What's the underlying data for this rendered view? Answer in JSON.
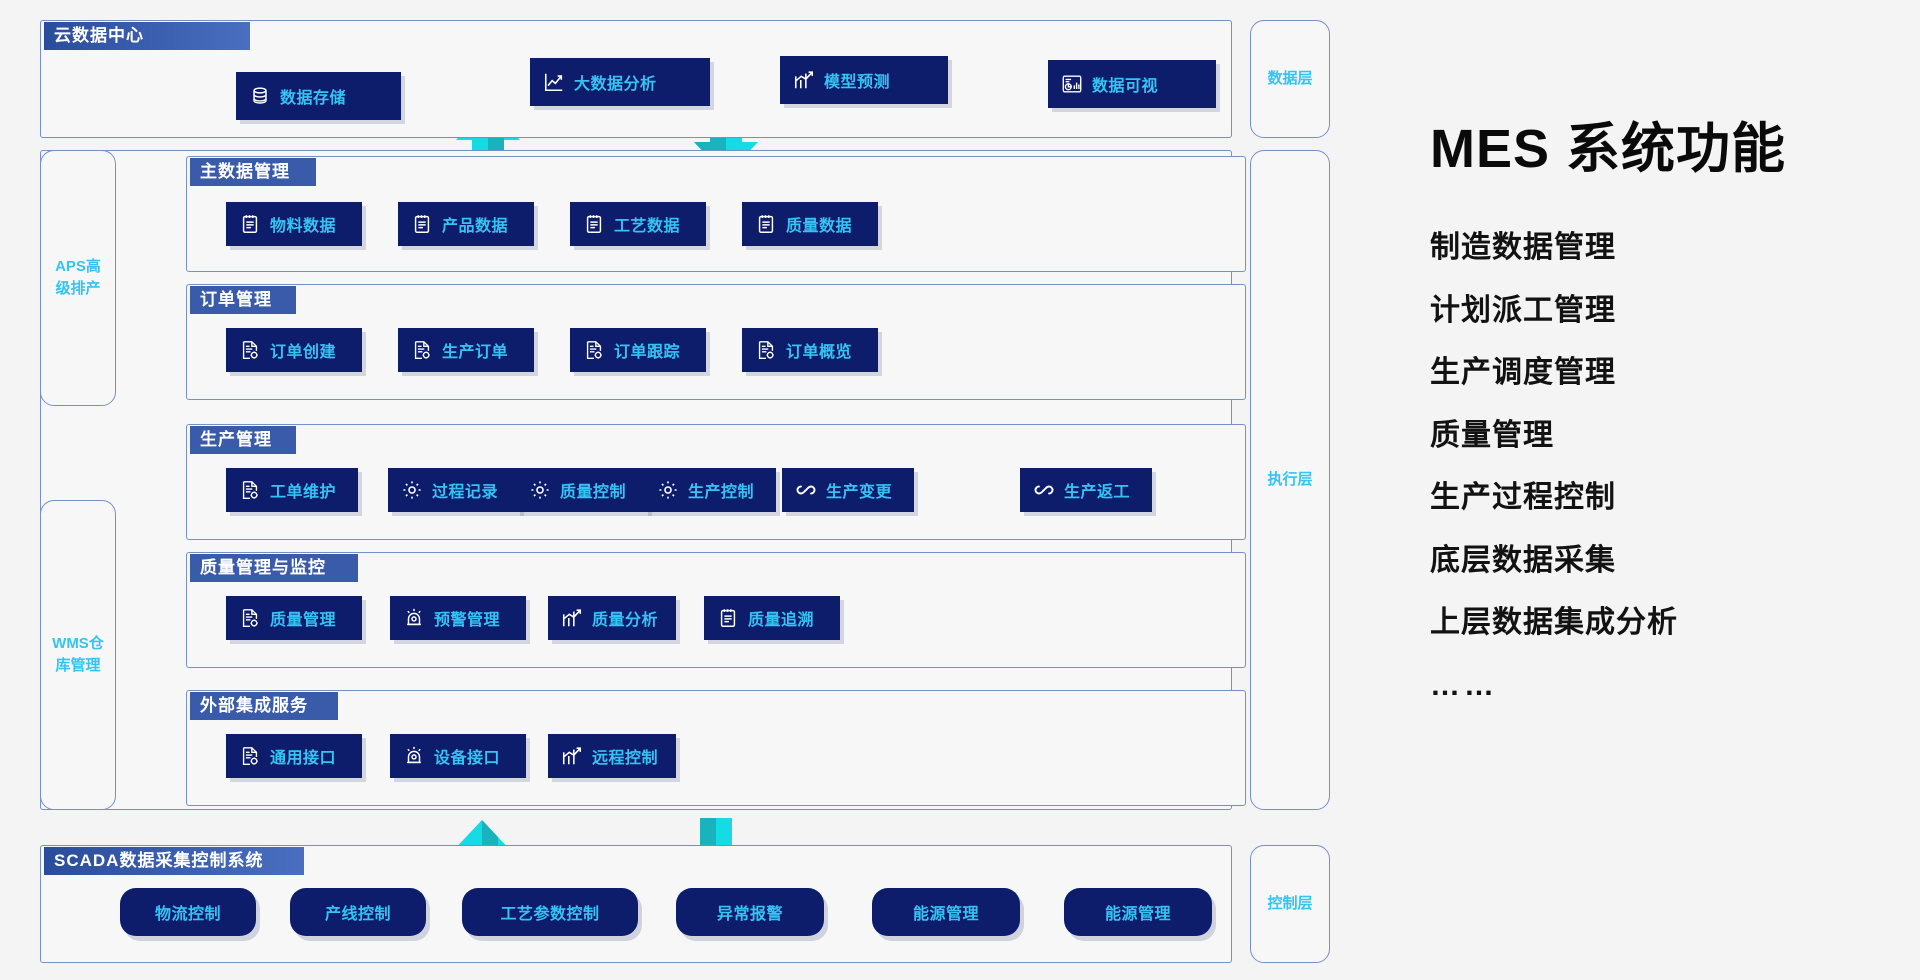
{
  "diagram": {
    "cloud_section": {
      "caption": "云数据中心",
      "nodes": [
        {
          "label": "数据存储",
          "icon": "database-icon"
        },
        {
          "label": "大数据分析",
          "icon": "chart-line-box-icon"
        },
        {
          "label": "模型预测",
          "icon": "trend-up-icon"
        },
        {
          "label": "数据可视",
          "icon": "dashboard-report-icon"
        }
      ]
    },
    "sections": [
      {
        "caption": "主数据管理",
        "nodes": [
          {
            "label": "物料数据",
            "icon": "clipboard-list-icon"
          },
          {
            "label": "产品数据",
            "icon": "clipboard-list-icon"
          },
          {
            "label": "工艺数据",
            "icon": "clipboard-list-icon"
          },
          {
            "label": "质量数据",
            "icon": "clipboard-list-icon"
          }
        ]
      },
      {
        "caption": "订单管理",
        "nodes": [
          {
            "label": "订单创建",
            "icon": "document-gear-icon"
          },
          {
            "label": "生产订单",
            "icon": "document-gear-icon"
          },
          {
            "label": "订单跟踪",
            "icon": "document-gear-icon"
          },
          {
            "label": "订单概览",
            "icon": "document-gear-icon"
          }
        ]
      },
      {
        "caption": "生产管理",
        "nodes": [
          {
            "label": "工单维护",
            "icon": "document-gear-icon"
          },
          {
            "label": "过程记录",
            "icon": "gear-icon"
          },
          {
            "label": "质量控制",
            "icon": "gear-icon"
          },
          {
            "label": "生产控制",
            "icon": "gear-icon"
          },
          {
            "label": "生产变更",
            "icon": "infinity-icon"
          },
          {
            "label": "生产返工",
            "icon": "infinity-icon"
          }
        ]
      },
      {
        "caption": "质量管理与监控",
        "nodes": [
          {
            "label": "质量管理",
            "icon": "document-gear-icon"
          },
          {
            "label": "预警管理",
            "icon": "alarm-lamp-icon"
          },
          {
            "label": "质量分析",
            "icon": "trend-up-icon"
          },
          {
            "label": "质量追溯",
            "icon": "clipboard-list-icon"
          }
        ]
      },
      {
        "caption": "外部集成服务",
        "nodes": [
          {
            "label": "通用接口",
            "icon": "document-gear-icon"
          },
          {
            "label": "设备接口",
            "icon": "alarm-lamp-icon"
          },
          {
            "label": "远程控制",
            "icon": "trend-up-icon"
          }
        ]
      }
    ],
    "scada_section": {
      "caption": "SCADA数据采集控制系统",
      "nodes": [
        {
          "label": "物流控制"
        },
        {
          "label": "产线控制"
        },
        {
          "label": "工艺参数控制"
        },
        {
          "label": "异常报警"
        },
        {
          "label": "能源管理"
        },
        {
          "label": "能源管理"
        }
      ]
    },
    "left_modules": [
      {
        "line1": "APS高",
        "line2": "级排产"
      },
      {
        "line1": "WMS仓",
        "line2": "库管理"
      }
    ],
    "layers": [
      {
        "label": "数据层"
      },
      {
        "label": "执行层"
      },
      {
        "label": "控制层"
      }
    ]
  },
  "right_panel": {
    "title": "MES 系统功能",
    "items": [
      "制造数据管理",
      "计划派工管理",
      "生产调度管理",
      "质量管理",
      "生产过程控制",
      "底层数据采集",
      "上层数据集成分析",
      "……"
    ]
  },
  "colors": {
    "chip_bg": "#0d1c6b",
    "chip_text": "#35c3f3",
    "caption_bg": "#3a5ba9",
    "panel_border": "#7590c8",
    "arrow": "#14dbe4",
    "arrow_dark": "#1aa5b0",
    "page_bg": "#f4f4f5"
  }
}
